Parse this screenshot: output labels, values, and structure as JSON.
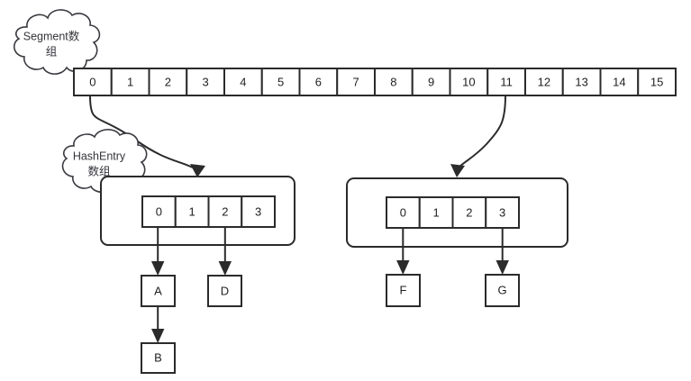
{
  "diagram": {
    "title": "ConcurrentHashMap Segment / HashEntry structure",
    "background": "#ffffff",
    "stroke_color": "#2b2b2b",
    "cloud_stroke_color": "#3a3a40",
    "text_color": "#1f1f1f"
  },
  "labels": {
    "segment_cloud": {
      "line1": "Segment数",
      "line2": "组"
    },
    "hashentry_cloud": {
      "line1": "HashEntry",
      "line2": "数组"
    }
  },
  "segment_array": {
    "name": "segment-array",
    "cells": [
      "0",
      "1",
      "2",
      "3",
      "4",
      "5",
      "6",
      "7",
      "8",
      "9",
      "10",
      "11",
      "12",
      "13",
      "14",
      "15"
    ]
  },
  "groups": [
    {
      "name": "segment-0-group",
      "source_segment_index": "0",
      "hashentry_cells": [
        "0",
        "1",
        "2",
        "3"
      ],
      "linked_from_cells": [
        "0",
        "2"
      ]
    },
    {
      "name": "segment-11-group",
      "source_segment_index": "11",
      "hashentry_cells": [
        "0",
        "1",
        "2",
        "3"
      ],
      "linked_from_cells": [
        "0",
        "3"
      ]
    }
  ],
  "entry_nodes": [
    {
      "name": "entry-a",
      "label": "A"
    },
    {
      "name": "entry-b",
      "label": "B"
    },
    {
      "name": "entry-d",
      "label": "D"
    },
    {
      "name": "entry-f",
      "label": "F"
    },
    {
      "name": "entry-g",
      "label": "G"
    }
  ],
  "chains": [
    {
      "from": "A",
      "to": "B"
    }
  ]
}
